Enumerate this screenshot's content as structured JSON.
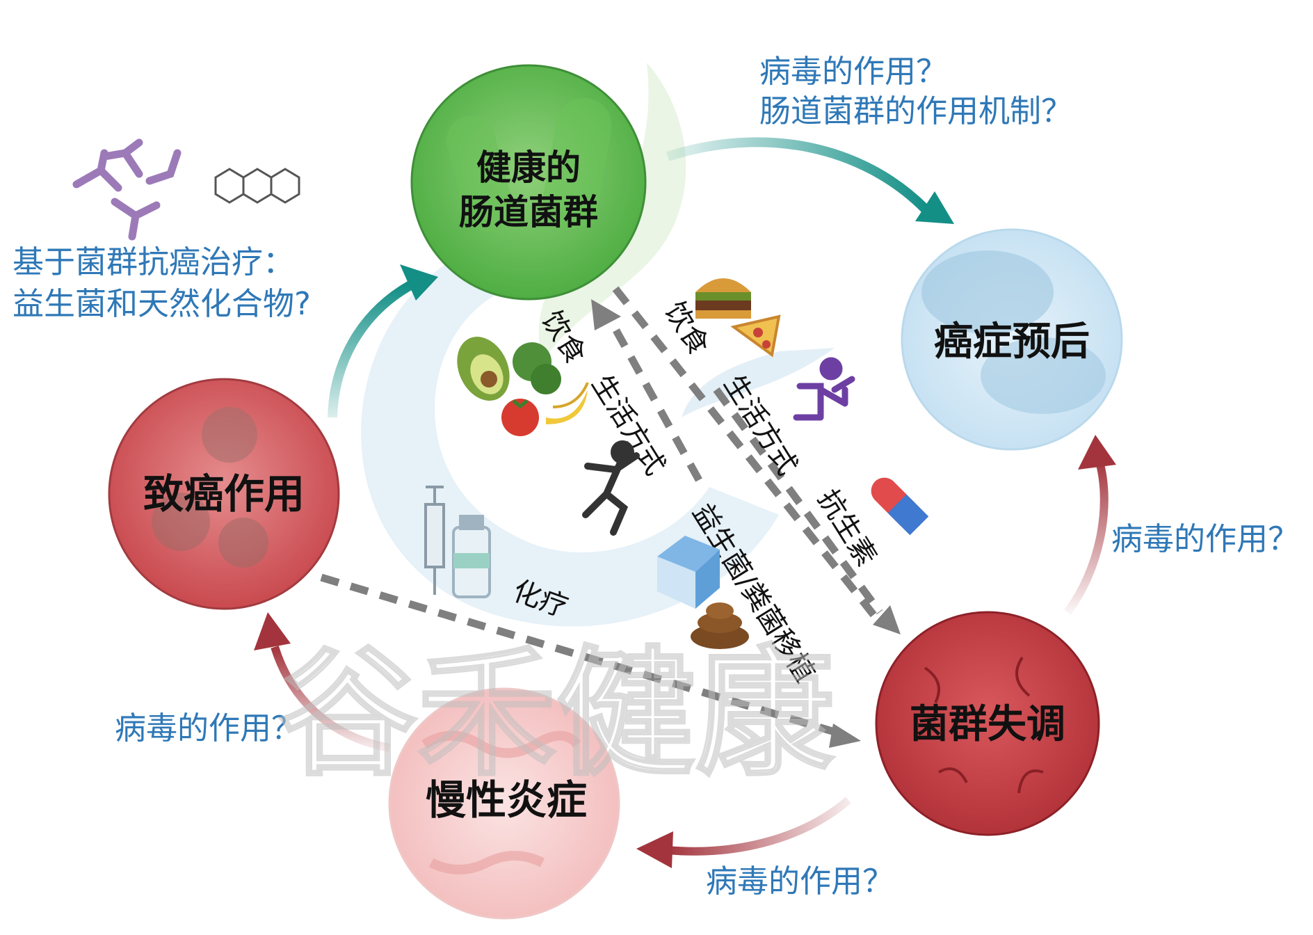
{
  "nodes": {
    "healthy": {
      "line1": "健康的",
      "line2": "肠道菌群"
    },
    "prognosis": "癌症预后",
    "carcinogenesis": "致癌作用",
    "dysbiosis": "菌群失调",
    "inflammation": "慢性炎症"
  },
  "questions": {
    "top_line1": "病毒的作用？",
    "top_line2": "肠道菌群的作用机制？",
    "right": "病毒的作用？",
    "bottom": "病毒的作用？",
    "left": "病毒的作用？"
  },
  "therapy": {
    "line1": "基于菌群抗癌治疗：",
    "line2": "益生菌和天然化合物?"
  },
  "paths": {
    "diet_left": "饮食",
    "lifestyle_left": "生活方式",
    "diet_right": "饮食",
    "lifestyle_right": "生活方式",
    "antibiotics": "抗生素",
    "probiotics": "益生菌/粪菌移植",
    "chemo": "化疗"
  },
  "watermark": "谷禾健康",
  "colors": {
    "teal": "#138f86",
    "dark_red": "#a3343d",
    "question_blue": "#2f78b7",
    "green_node": "#5cb94e",
    "red_node": "#c8454a",
    "blue_node": "#a7cfe6",
    "pink_node": "#f2b3b3"
  }
}
